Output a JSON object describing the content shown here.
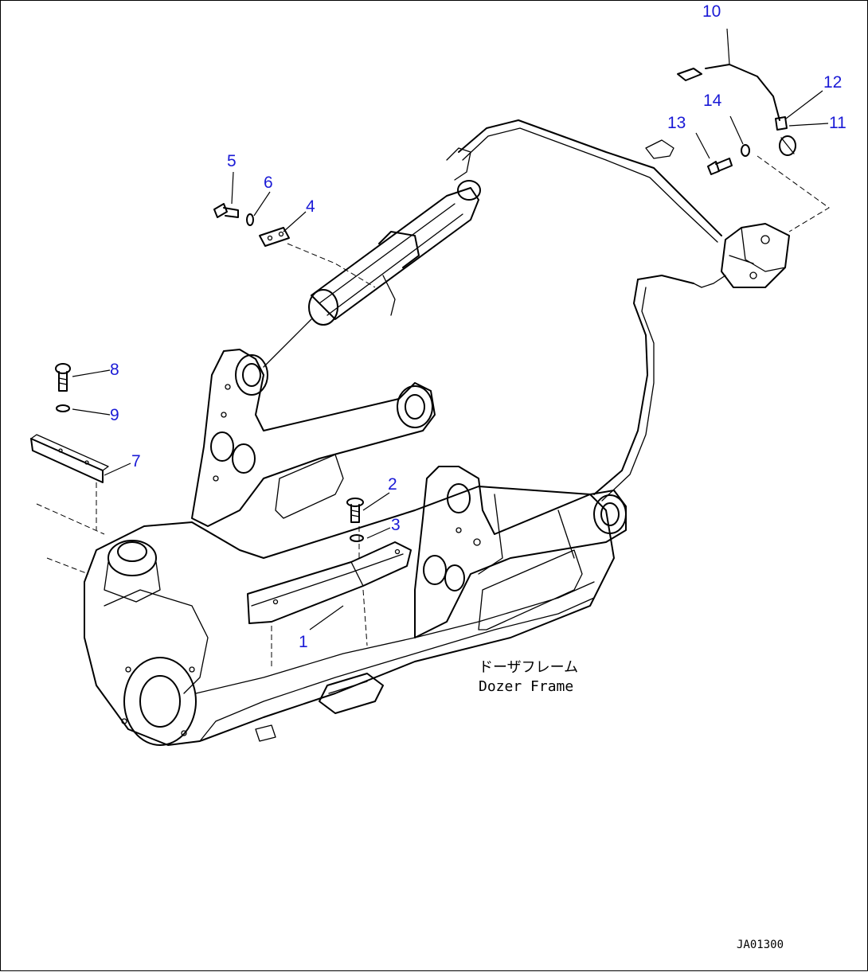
{
  "callouts": [
    "1",
    "2",
    "3",
    "4",
    "5",
    "6",
    "7",
    "8",
    "9",
    "10",
    "11",
    "12",
    "13",
    "14"
  ],
  "frame_label": {
    "jp": "ドーザフレーム",
    "en": "Dozer Frame"
  },
  "drawing_id": "JA01300",
  "colors": {
    "line": "#000000",
    "callout": "#1a1ad6",
    "background": "#ffffff"
  }
}
